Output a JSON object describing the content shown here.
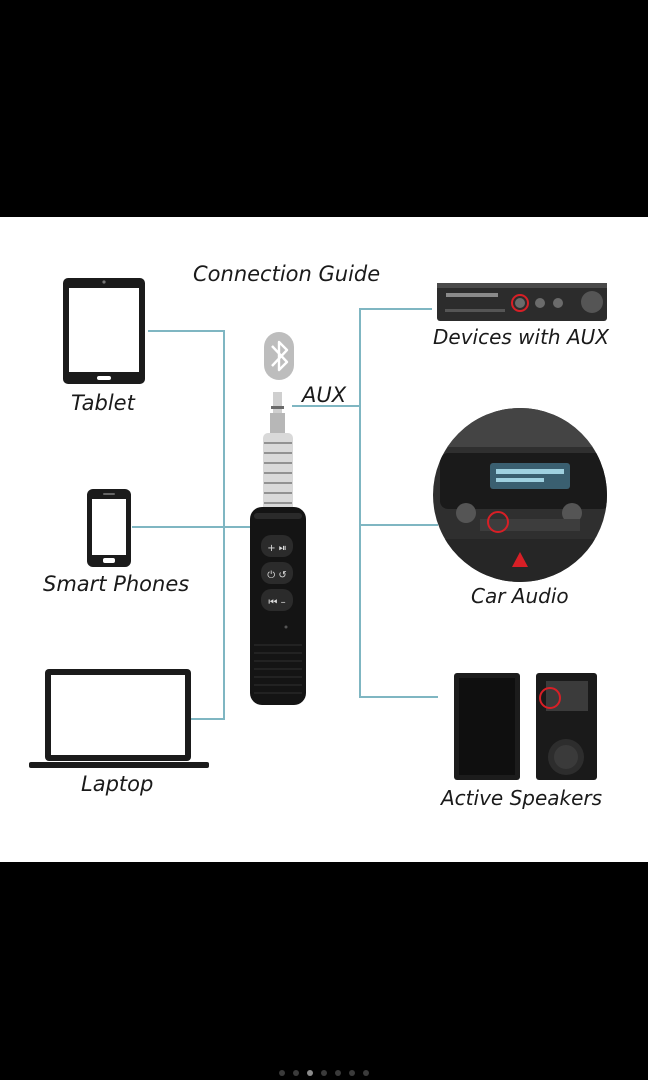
{
  "title": "Connection Guide",
  "aux_label": "AUX",
  "devices_left": {
    "tablet": "Tablet",
    "phone": "Smart Phones",
    "laptop": "Laptop"
  },
  "devices_right": {
    "aux_devices": "Devices with AUX",
    "car": "Car Audio",
    "speakers": "Active Speakers"
  },
  "icons": {
    "bluetooth": "bluetooth-icon",
    "receiver": "bluetooth-receiver-icon"
  },
  "colors": {
    "connector_line": "#7fb6c2",
    "device_dark": "#1b1b1b",
    "highlight_ring": "#d81f26"
  }
}
